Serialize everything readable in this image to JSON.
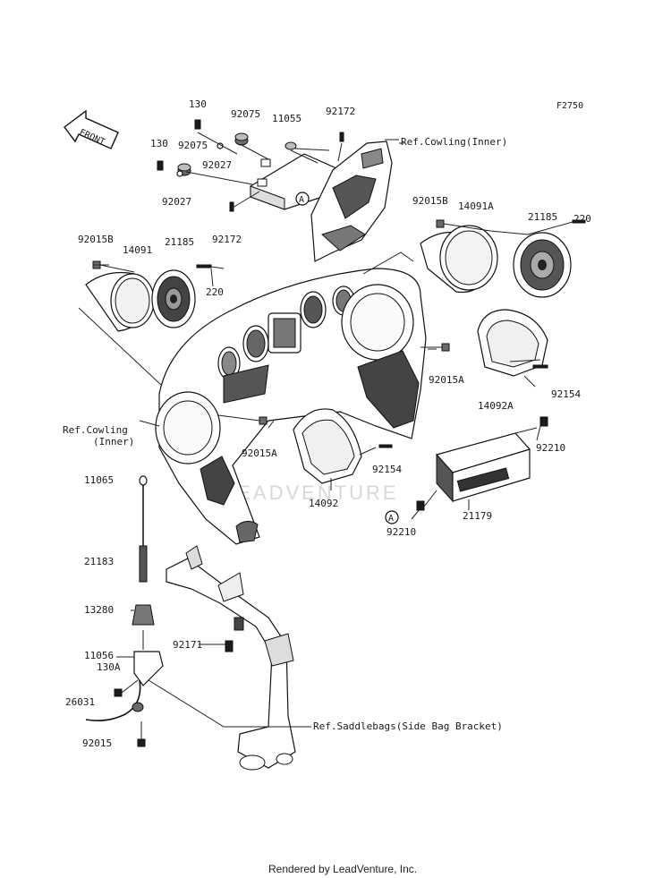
{
  "diagram": {
    "code": "F2750",
    "front_label": "FRONT",
    "marker_letter": "A",
    "watermark": "LEADVENTURE",
    "footer": "Rendered by LeadVenture, Inc.",
    "callouts": {
      "p130_top": "130",
      "p130_left": "130",
      "p92075_top": "92075",
      "p92075_left": "92075",
      "p11055": "11055",
      "p92172_top": "92172",
      "p92172_bottom": "92172",
      "p92027_right": "92027",
      "p92027_left": "92027",
      "ref_cowling_top": "Ref.Cowling(Inner)",
      "p92015B_left": "92015B",
      "p14091": "14091",
      "p21185_left": "21185",
      "p220_left": "220",
      "p92015B_right": "92015B",
      "p14091A": "14091A",
      "p21185_right": "21185",
      "p220_right": "220",
      "p92015A_right": "92015A",
      "p14092A": "14092A",
      "p92154_right": "92154",
      "ref_cowling_left_1": "Ref.Cowling",
      "ref_cowling_left_2": "(Inner)",
      "p92015A_mid": "92015A",
      "p92154_mid": "92154",
      "p14092": "14092",
      "p92210_top": "92210",
      "p21179": "21179",
      "p92210_bottom": "92210",
      "p11065": "11065",
      "p21183": "21183",
      "p13280": "13280",
      "p92171": "92171",
      "p11056": "11056",
      "p130A": "130A",
      "p26031": "26031",
      "p92015": "92015",
      "ref_saddlebags": "Ref.Saddlebags(Side Bag Bracket)"
    }
  }
}
